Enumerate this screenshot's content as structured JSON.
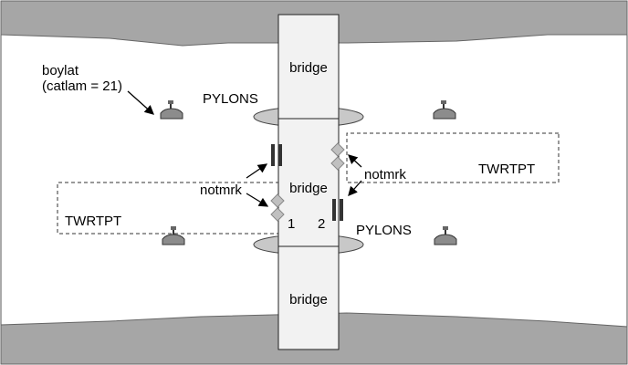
{
  "labels": {
    "bridge_top": "bridge",
    "bridge_mid": "bridge",
    "bridge_bottom": "bridge",
    "pylons_top": "PYLONS",
    "pylons_bottom": "PYLONS",
    "boylat_line1": "boylat",
    "boylat_line2": "(catlam = 21)",
    "notmrk_left": "notmrk",
    "notmrk_right": "notmrk",
    "twrtpt_left": "TWRTPT",
    "twrtpt_right": "TWRTPT",
    "num_1": "1",
    "num_2": "2"
  },
  "colors": {
    "land": "#a6a6a6",
    "water": "#ffffff",
    "bridge_fill": "#f2f2f2",
    "pylon_fill": "#c8c8c8",
    "mark_fill": "#c0c0c0",
    "bar": "#333333",
    "buoy": "#8c8c8c"
  },
  "icons": {
    "buoy": "lateral-buoy-icon",
    "notice_mark": "notice-mark-icon",
    "light_pair": "bridge-light-pair-icon"
  }
}
